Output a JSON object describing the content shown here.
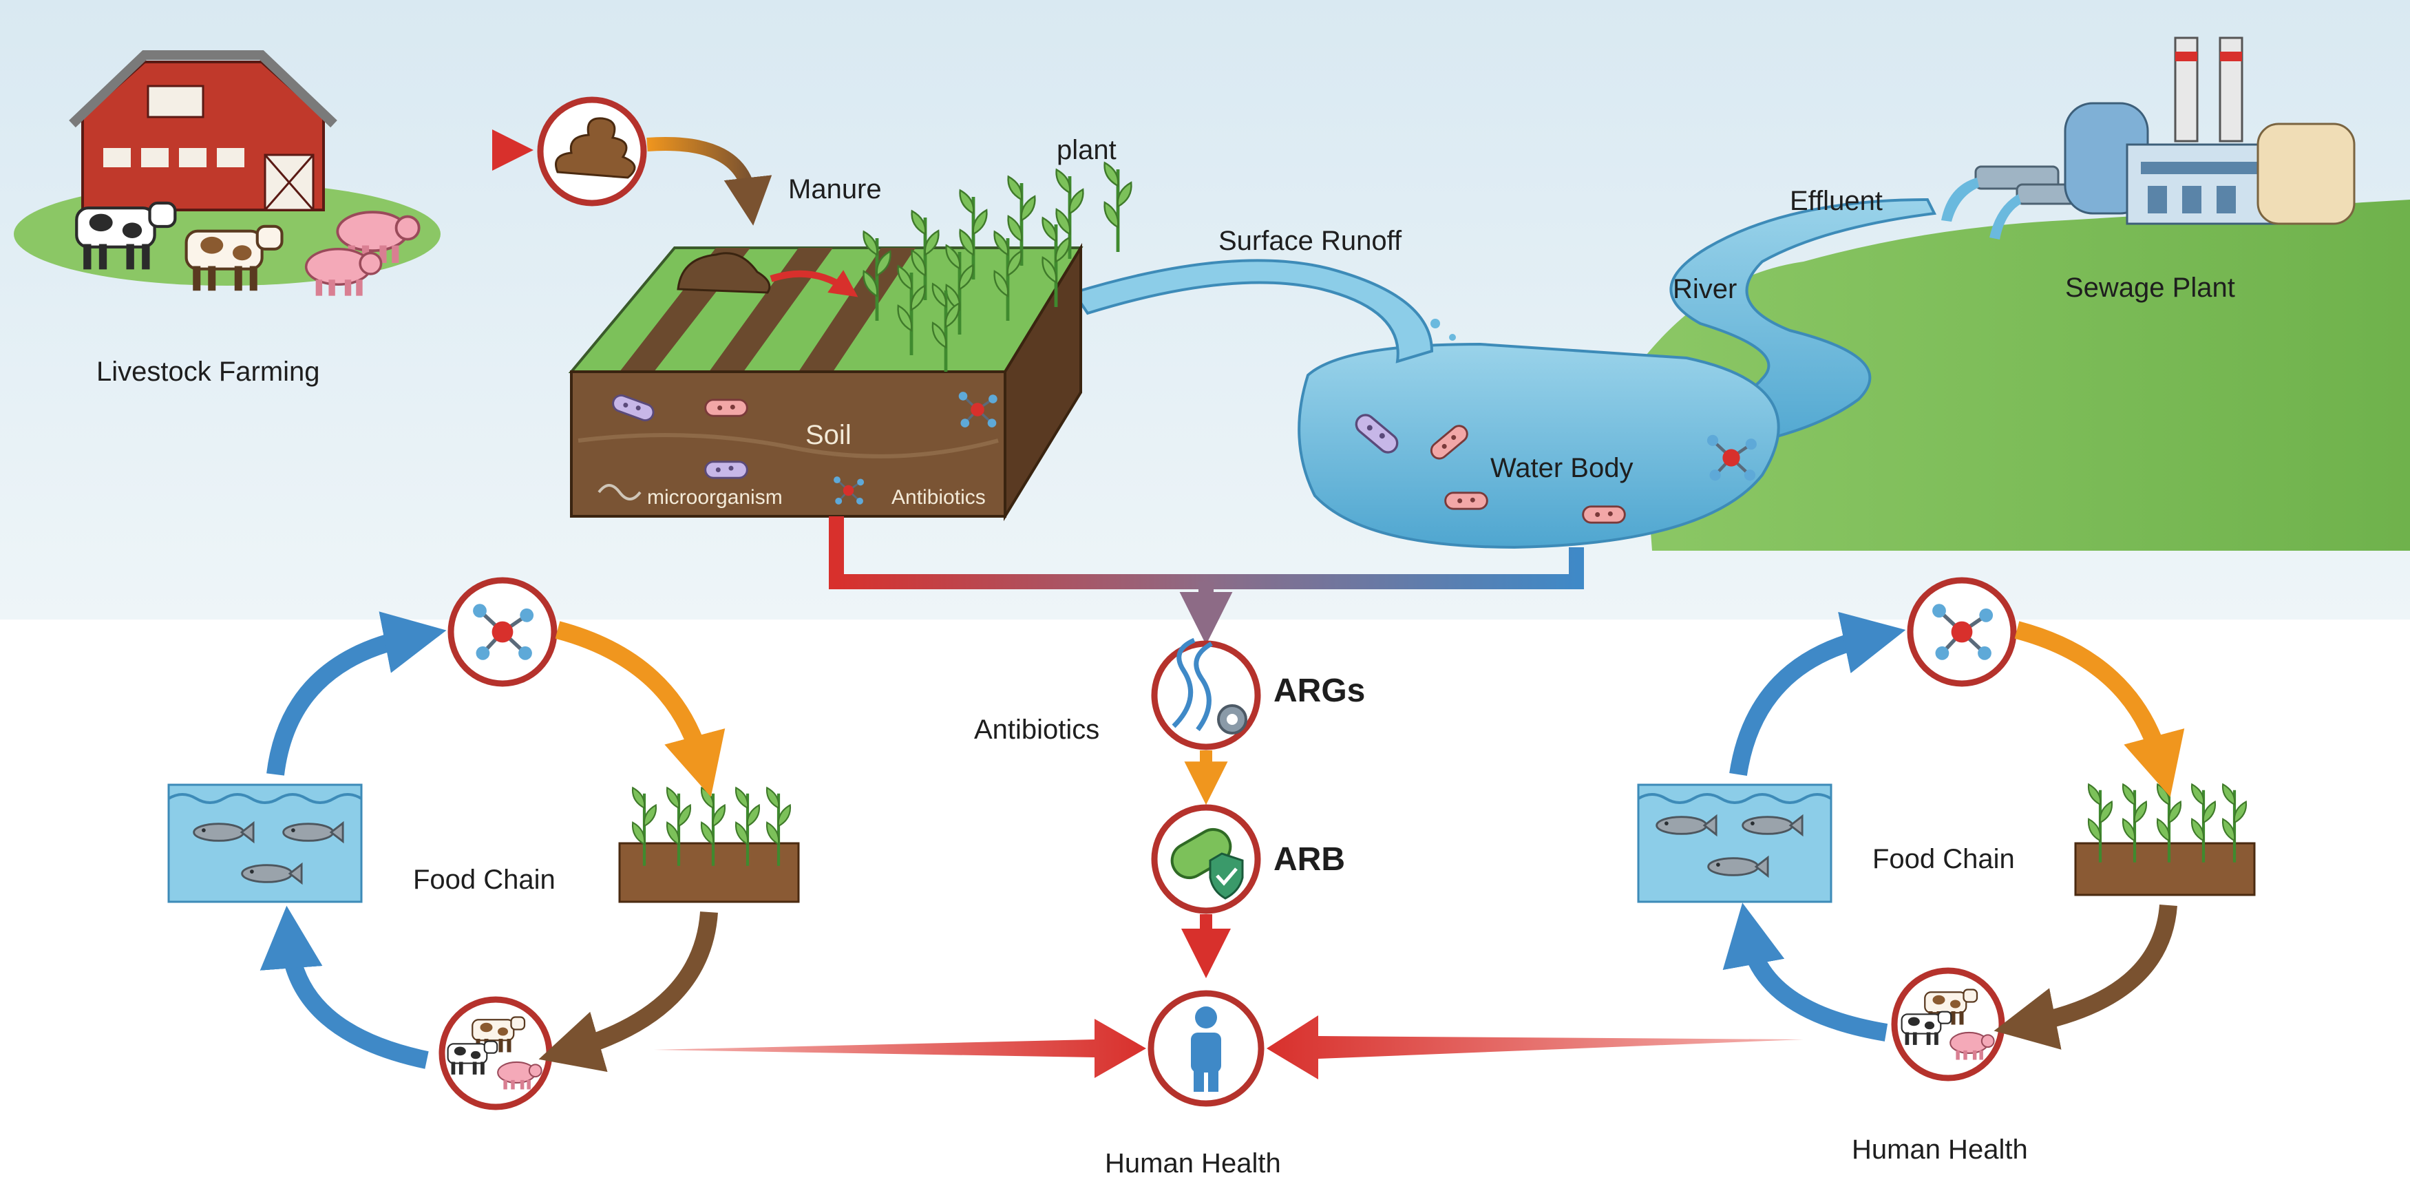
{
  "labels": {
    "livestock_farming": "Livestock Farming",
    "manure": "Manure",
    "plant": "plant",
    "surface_runoff": "Surface Runoff",
    "effluent": "Effluent",
    "river": "River",
    "sewage_plant": "Sewage Plant",
    "soil": "Soil",
    "microorganism": "microorganism",
    "antibiotics_soil": "Antibiotics",
    "water_body": "Water Body",
    "antibiotics_center": "Antibiotics",
    "args": "ARGs",
    "arb": "ARB",
    "food_chain_left": "Food Chain",
    "food_chain_right": "Food Chain",
    "human_health_center": "Human Health",
    "human_health_right": "Human Health"
  },
  "colors": {
    "pathway_red": "#d8302c",
    "pathway_blue": "#3f89c7",
    "cycle_orange": "#f0961e",
    "cycle_brown": "#7a5230",
    "circle_ring": "#b5322c",
    "water": "#7ec4e2",
    "grass": "#7cc15a",
    "soil": "#6b4a2e"
  },
  "icons": [
    "barn-icon",
    "cow-icon",
    "pig-icon",
    "manure-icon",
    "plant-icon",
    "factory-icon",
    "bacteria-icon",
    "molecule-icon",
    "dna-gear-icon",
    "shield-bacteria-icon",
    "person-icon",
    "fish-icon",
    "livestock-icon"
  ]
}
